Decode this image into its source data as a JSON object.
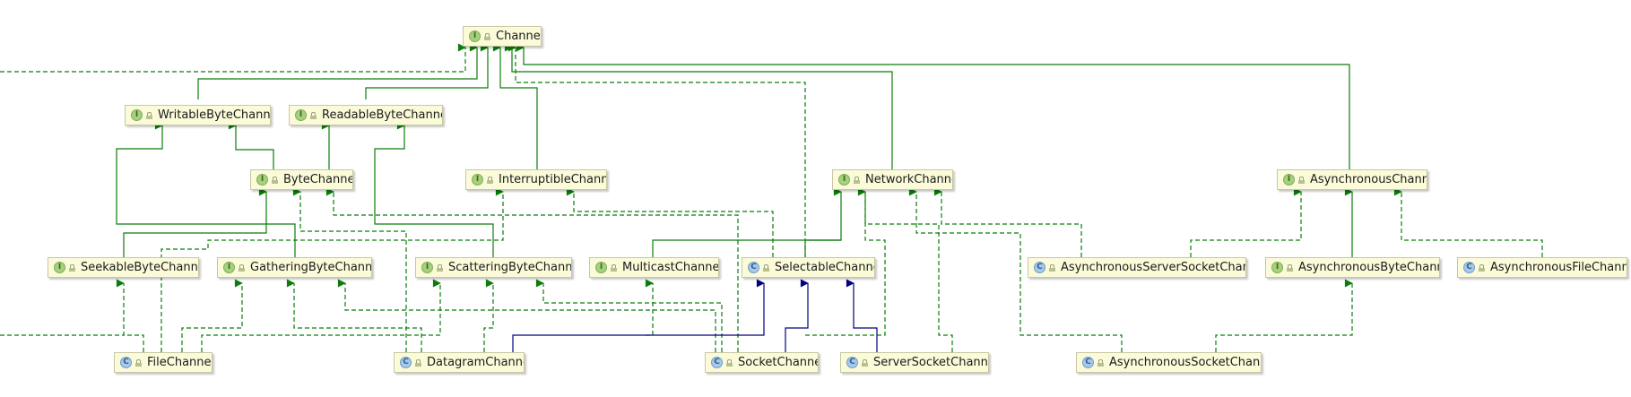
{
  "colors": {
    "extends": "#0a7d0a",
    "class_extends": "#000080",
    "node_fill": "#fbfbda"
  },
  "nodes": [
    {
      "id": "Channel",
      "label": "Channel",
      "kind": "I"
    },
    {
      "id": "WritableByteChannel",
      "label": "WritableByteChanne",
      "kind": "I"
    },
    {
      "id": "ReadableByteChannel",
      "label": "ReadableByteChannel",
      "kind": "I"
    },
    {
      "id": "ByteChannel",
      "label": "ByteChannel",
      "kind": "I"
    },
    {
      "id": "InterruptibleChannel",
      "label": "InterruptibleChanne",
      "kind": "I"
    },
    {
      "id": "NetworkChannel",
      "label": "NetworkChannel",
      "kind": "I"
    },
    {
      "id": "AsynchronousChannel",
      "label": "AsynchronousChanne",
      "kind": "I"
    },
    {
      "id": "SeekableByteChannel",
      "label": "SeekableByteChannel",
      "kind": "I"
    },
    {
      "id": "GatheringByteChannel",
      "label": "GatheringByteChanne",
      "kind": "I"
    },
    {
      "id": "ScatteringByteChannel",
      "label": "ScatteringByteChanne",
      "kind": "I"
    },
    {
      "id": "MulticastChannel",
      "label": "MulticastChannel",
      "kind": "I"
    },
    {
      "id": "SelectableChannel",
      "label": "SelectableChannel",
      "kind": "C"
    },
    {
      "id": "AsynchronousServerSocketChannel",
      "label": "AsynchronousServerSocketChann",
      "kind": "C"
    },
    {
      "id": "AsynchronousByteChannel",
      "label": "AsynchronousByteChanne",
      "kind": "I"
    },
    {
      "id": "AsynchronousFileChannel",
      "label": "AsynchronousFileChanne",
      "kind": "C"
    },
    {
      "id": "FileChannel",
      "label": "FileChannel",
      "kind": "C"
    },
    {
      "id": "DatagramChannel",
      "label": "DatagramChanne",
      "kind": "C"
    },
    {
      "id": "SocketChannel",
      "label": "SocketChanne",
      "kind": "C"
    },
    {
      "id": "ServerSocketChannel",
      "label": "ServerSocketChanne",
      "kind": "C"
    },
    {
      "id": "AsynchronousSocketChannel",
      "label": "AsynchronousSocketChanne",
      "kind": "C"
    }
  ]
}
